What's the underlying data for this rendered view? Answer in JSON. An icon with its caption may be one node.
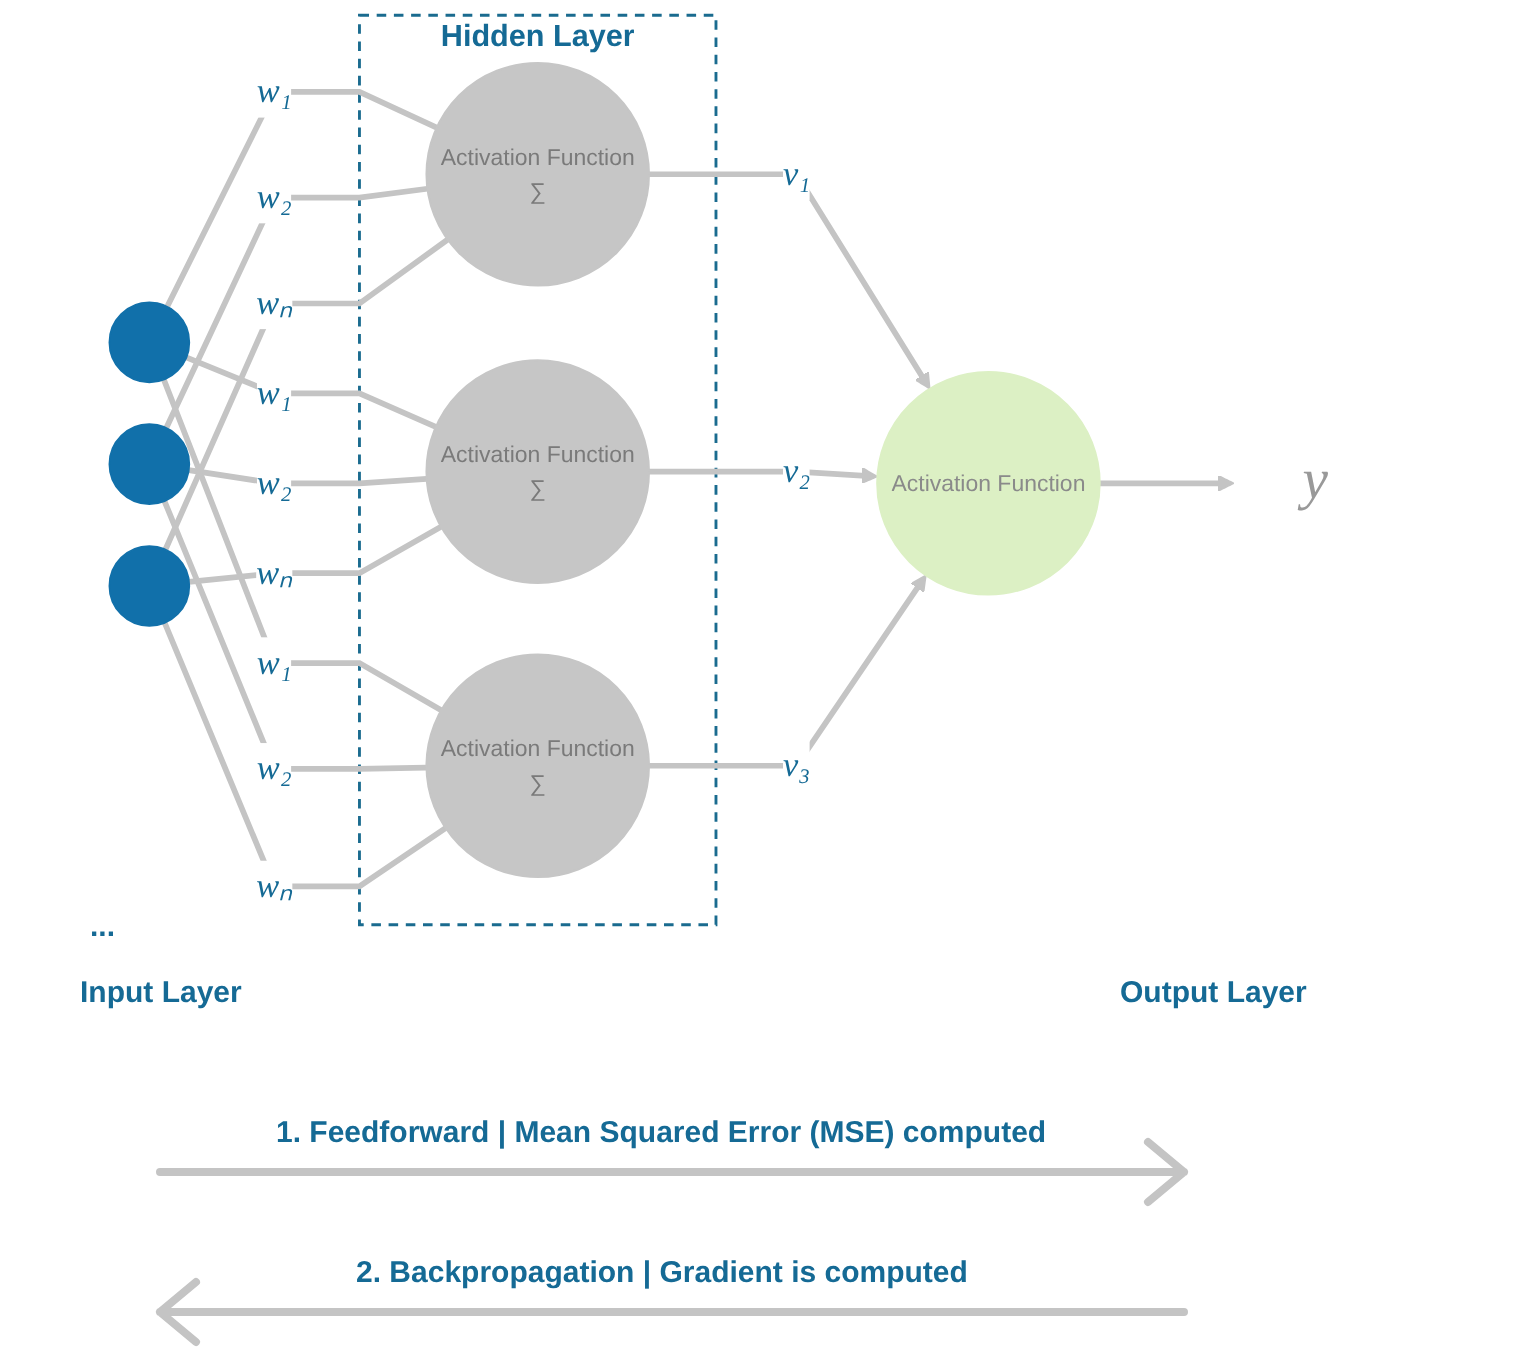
{
  "diagram": {
    "nodes": [
      {
        "text": [],
        "shape": "circle"
      },
      {
        "text": [],
        "shape": "circle"
      },
      {
        "text": [],
        "shape": "circle"
      },
      {
        "text": [
          "Hidden Layer"
        ]
      },
      {
        "text": [
          "Activation Function",
          "∑"
        ],
        "in": 3
      },
      {
        "text": [
          "Activation Function",
          "∑"
        ],
        "in": 3
      },
      {
        "text": [
          "Activation Function",
          "∑"
        ],
        "in": 3
      },
      {
        "text": [
          "Activation Function"
        ]
      },
      {
        "text": [
          "y"
        ]
      }
    ],
    "edges": [
      {
        "from": 0,
        "to": 4,
        "arrow": "none",
        "label": "w₁"
      },
      {
        "from": 0,
        "to": 5,
        "arrow": "none",
        "label": "w₁"
      },
      {
        "from": 0,
        "to": 6,
        "arrow": "none",
        "label": "w₁"
      },
      {
        "from": 1,
        "to": 4,
        "arrow": "none",
        "label": "w₂"
      },
      {
        "from": 1,
        "to": 5,
        "arrow": "none",
        "label": "w₂"
      },
      {
        "from": 1,
        "to": 6,
        "arrow": "none",
        "label": "w₂"
      },
      {
        "from": 2,
        "to": 4,
        "arrow": "none",
        "label": "wₙ"
      },
      {
        "from": 2,
        "to": 5,
        "arrow": "none",
        "label": "wₙ"
      },
      {
        "from": 2,
        "to": 6,
        "arrow": "none",
        "label": "wₙ"
      },
      {
        "from": 4,
        "to": 7,
        "arrow": "to",
        "label": "v₁"
      },
      {
        "from": 5,
        "to": 7,
        "arrow": "to",
        "label": "v₂"
      },
      {
        "from": 6,
        "to": 7,
        "arrow": "to",
        "label": "v₃"
      },
      {
        "from": 7,
        "to": 8,
        "arrow": "to"
      }
    ],
    "labels": [
      "...",
      "Input Layer",
      "Output Layer",
      "1. Feedforward | Mean Squared Error (MSE) computed",
      "2. Backpropagation | Gradient is computed"
    ]
  }
}
